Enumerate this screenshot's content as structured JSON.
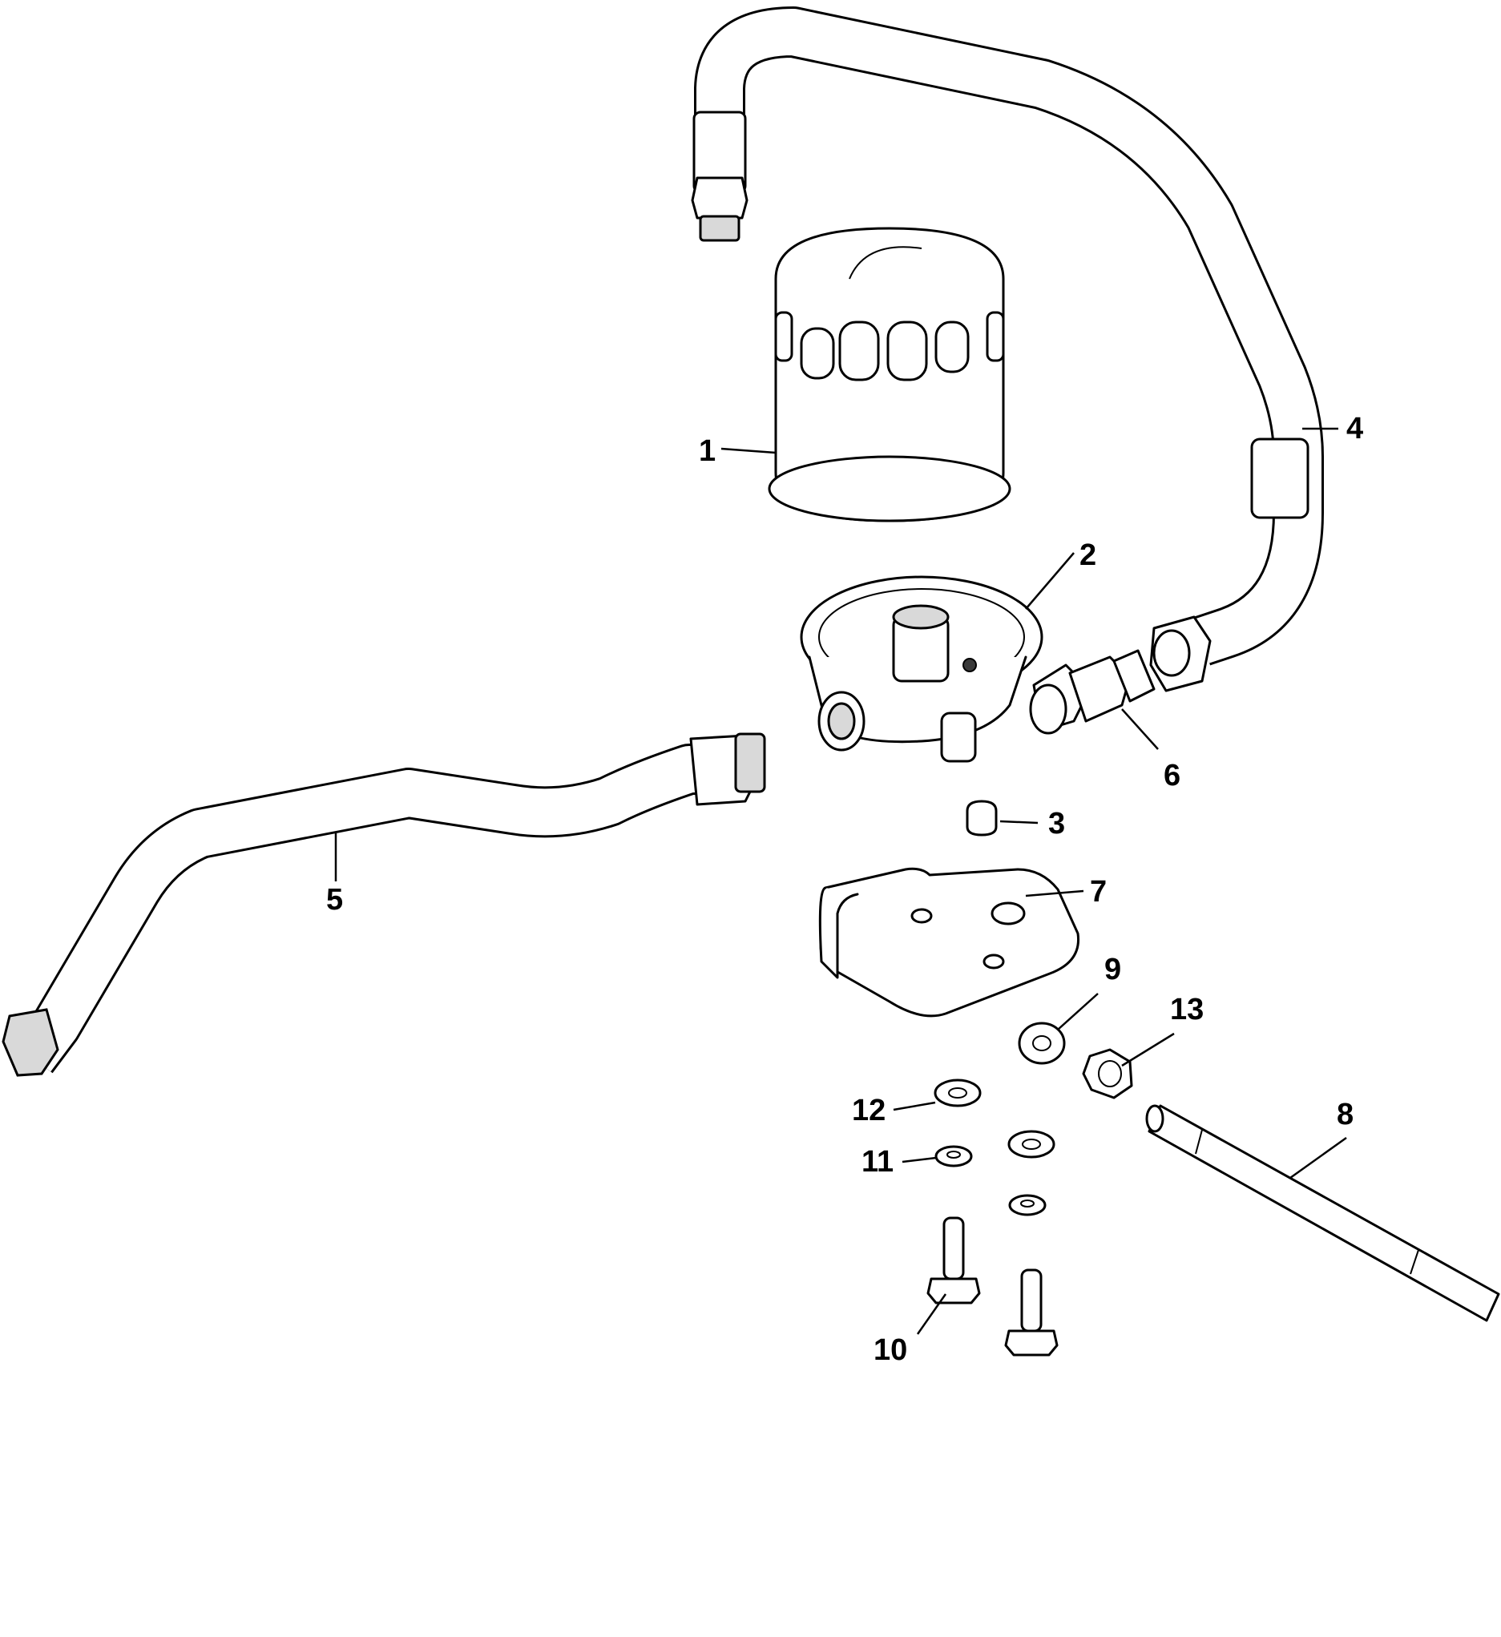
{
  "callouts": [
    "1",
    "2",
    "3",
    "4",
    "5",
    "6",
    "7",
    "8",
    "9",
    "10",
    "11",
    "12",
    "13"
  ],
  "colors": {
    "line": "#000000",
    "background": "#ffffff",
    "shade": "#d9d9d9"
  }
}
